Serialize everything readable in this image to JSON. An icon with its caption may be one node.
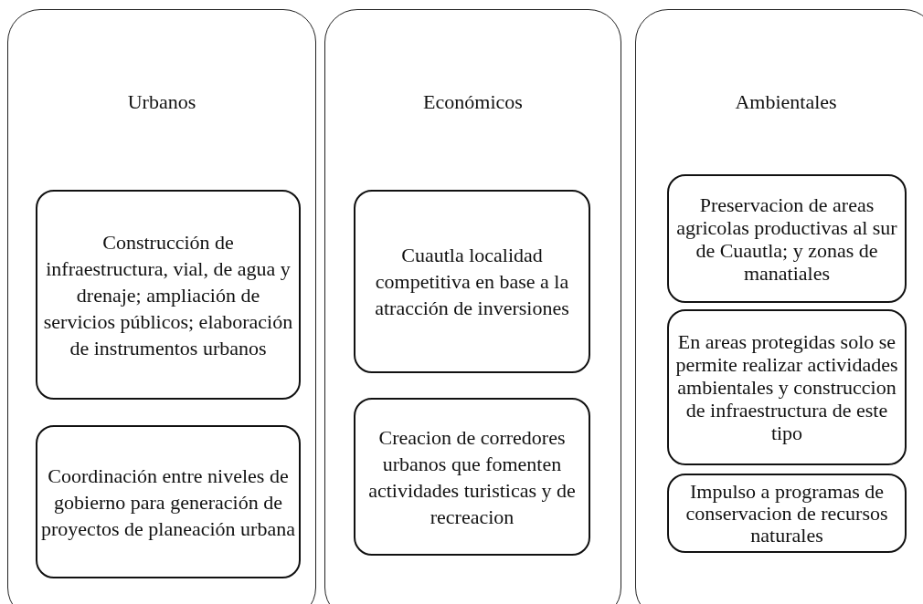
{
  "diagram": {
    "nodes": [
      {
        "text": [
          "Urbanos"
        ]
      },
      {
        "text": [
          "Construcción de infraestructura, vial, de agua y drenaje; ampliación de servicios públicos; elaboración de instrumentos urbanos"
        ],
        "in": 0
      },
      {
        "text": [
          "Coordinación entre niveles de gobierno para generación de proyectos de planeación urbana"
        ],
        "in": 0
      },
      {
        "text": [
          "Económicos"
        ]
      },
      {
        "text": [
          "Cuautla localidad competitiva en base a la atracción de inversiones"
        ],
        "in": 3
      },
      {
        "text": [
          "Creacion de corredores urbanos que fomenten actividades turisticas y de recreacion"
        ],
        "in": 3
      },
      {
        "text": [
          "Ambientales"
        ]
      },
      {
        "text": [
          "Preservacion de areas agricolas productivas al sur de Cuautla; y zonas de manatiales"
        ],
        "in": 6
      },
      {
        "text": [
          "En areas protegidas solo se permite realizar actividades ambientales y construccion de infraestructura de este tipo"
        ],
        "in": 6
      },
      {
        "text": [
          "Impulso a programas de conservacion de recursos naturales"
        ],
        "in": 6
      }
    ]
  }
}
